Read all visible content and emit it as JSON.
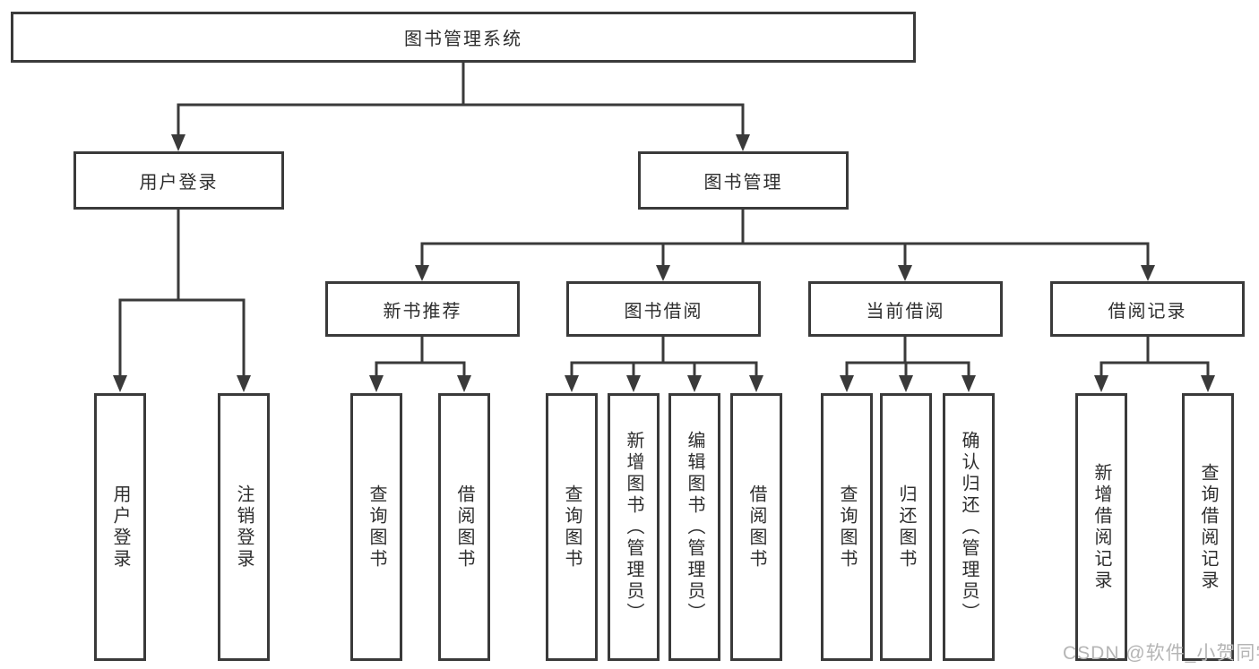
{
  "diagram": {
    "root": {
      "label": "图书管理系统"
    },
    "level1": [
      {
        "label": "用户登录"
      },
      {
        "label": "图书管理"
      }
    ],
    "level2": [
      {
        "label": "新书推荐"
      },
      {
        "label": "图书借阅"
      },
      {
        "label": "当前借阅"
      },
      {
        "label": "借阅记录"
      }
    ],
    "leaves": {
      "user": [
        "用户登录",
        "注销登录"
      ],
      "recommend": [
        "查询图书",
        "借阅图书"
      ],
      "borrow": [
        "查询图书",
        "新增图书（管理员）",
        "编辑图书（管理员）",
        "借阅图书"
      ],
      "current": [
        "查询图书",
        "归还图书",
        "确认归还（管理员）"
      ],
      "records": [
        "新增借阅记录",
        "查询借阅记录"
      ]
    }
  },
  "watermark": {
    "text": "CSDN @软件_小贺同学"
  },
  "colors": {
    "line": "#3a3a3a",
    "text": "#2e2e2e",
    "watermark": "#b5b5b5",
    "background": "#ffffff"
  }
}
